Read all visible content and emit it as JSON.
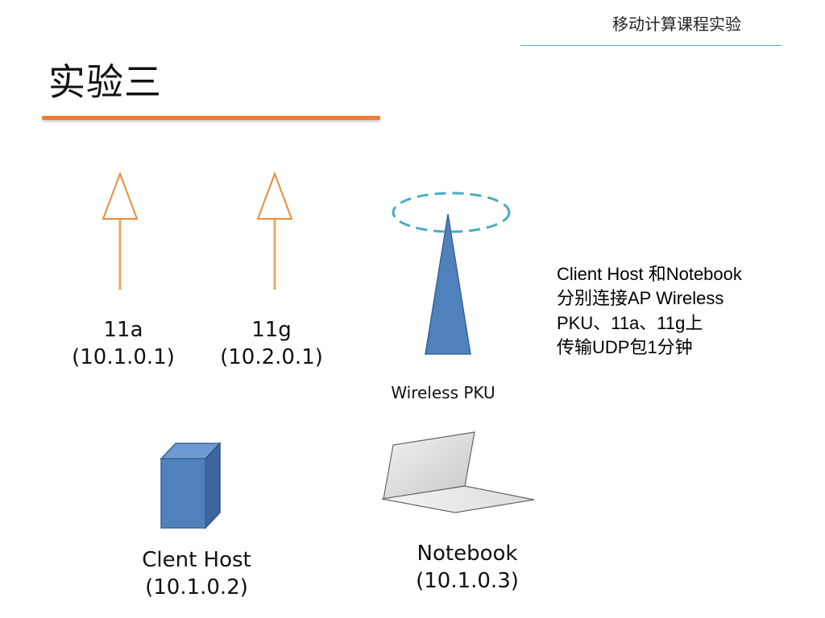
{
  "header": {
    "course_title": "移动计算课程实验"
  },
  "slide": {
    "title": "实验三"
  },
  "diagram": {
    "arrows": [
      {
        "name": "11a",
        "line1": "11a",
        "line2": "(10.1.0.1)"
      },
      {
        "name": "11g",
        "line1": "11g",
        "line2": "(10.2.0.1)"
      }
    ],
    "access_point": {
      "label": "Wireless PKU"
    },
    "client_host": {
      "line1": "Clent Host",
      "line2": "(10.1.0.2)"
    },
    "notebook": {
      "line1": "Notebook",
      "line2": "(10.1.0.3)"
    },
    "note": {
      "lines": [
        "Client Host 和Notebook",
        "分别连接AP Wireless",
        "PKU、11a、11g上",
        "传输UDP包1分钟"
      ]
    },
    "colors": {
      "arrow": "#f4a460",
      "arrow_stroke": "#ed8b3a",
      "ap_fill": "#4f81bd",
      "ap_stroke": "#3a6496",
      "signal_ring": "#4bacc6",
      "host_front": "#4f81bd",
      "host_top": "#6d9bd1",
      "host_side": "#3c669c"
    }
  }
}
